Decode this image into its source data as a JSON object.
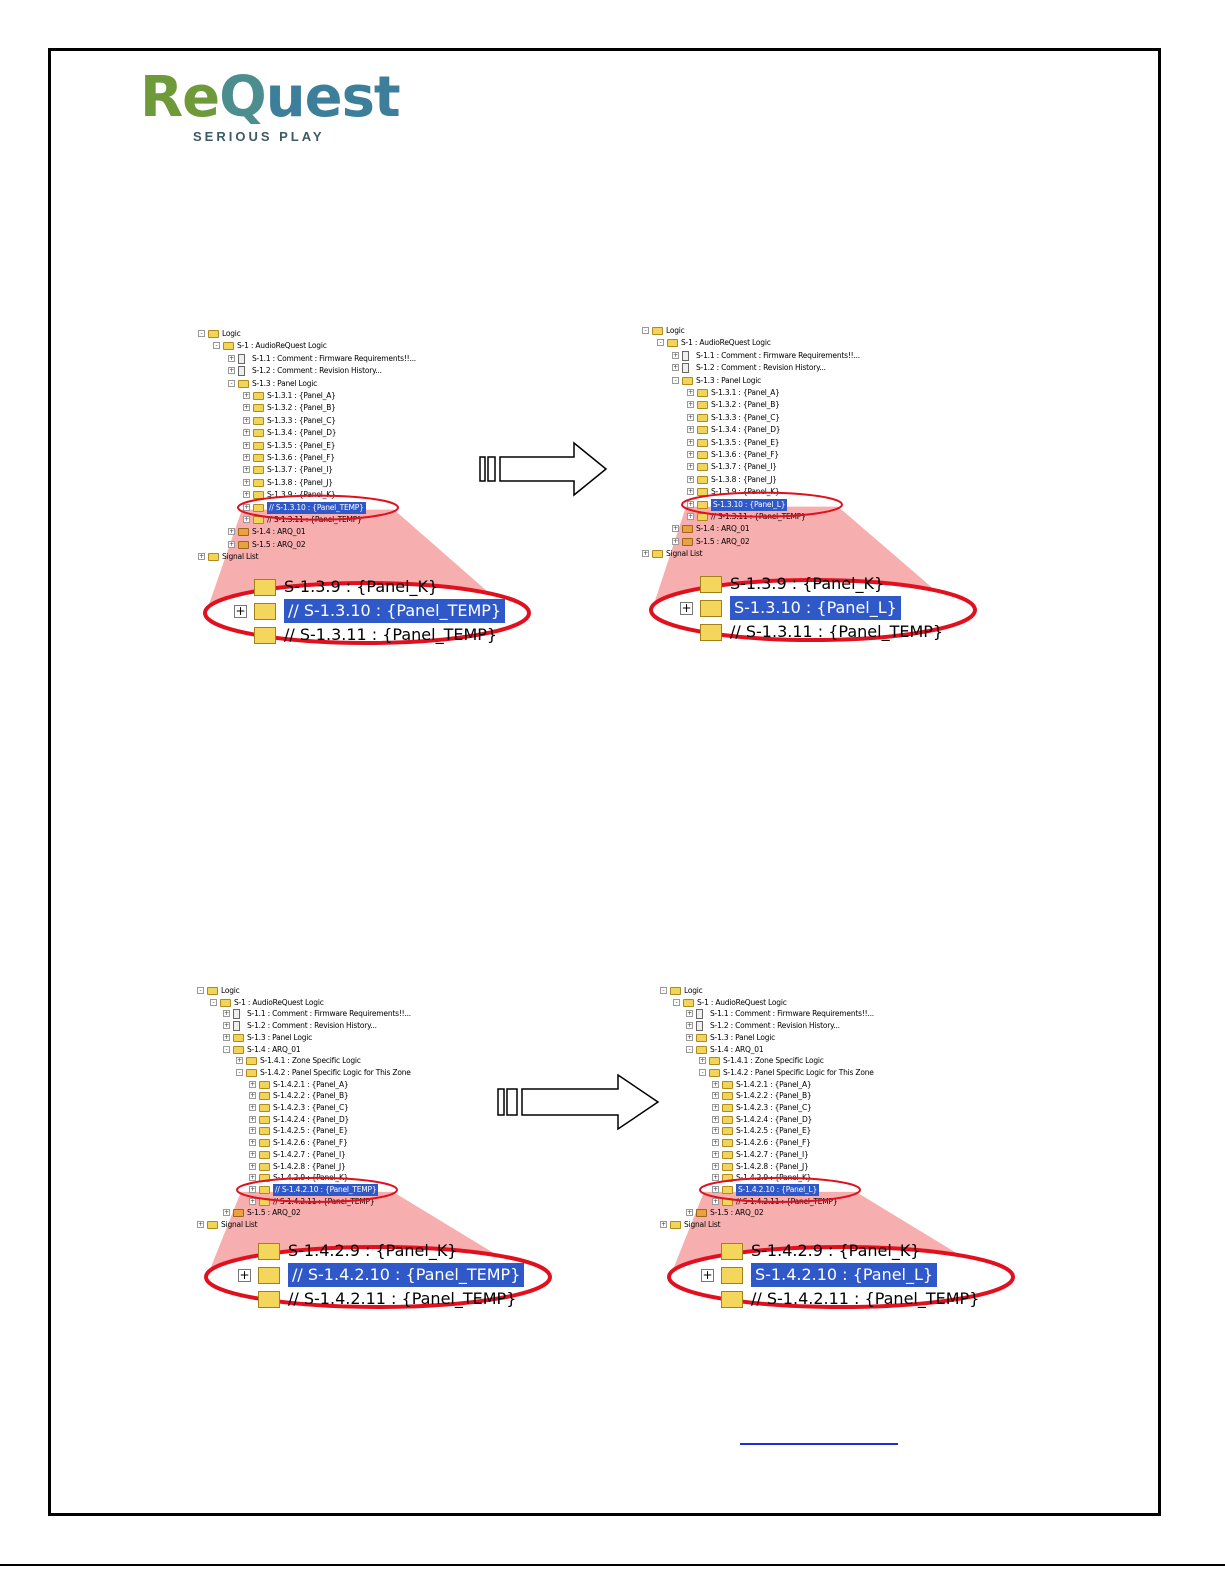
{
  "logo": {
    "word": [
      "Re",
      "Q",
      "uest"
    ],
    "tagline": "SERIOUS PLAY",
    "colors": {
      "green": "#6e9a3a",
      "teal": "#4c8e90",
      "blue": "#3d7f9a"
    }
  },
  "colors": {
    "selection": "#2f58c8",
    "highlight_ring": "#e0101f",
    "cone_fill": "#f4a0a0"
  },
  "panels": [
    {
      "name": "panel-1-before",
      "tree": [
        {
          "label": "Logic",
          "level": 0,
          "toggle": "-",
          "icon": "folder-open"
        },
        {
          "label": "S-1 : AudioReQuest Logic",
          "level": 1,
          "toggle": "-",
          "icon": "folder-open"
        },
        {
          "label": "S-1.1 : Comment : Firmware Requirements!!...",
          "level": 2,
          "toggle": "+",
          "icon": "doc"
        },
        {
          "label": "S-1.2 : Comment : Revision History...",
          "level": 2,
          "toggle": "+",
          "icon": "doc"
        },
        {
          "label": "S-1.3 : Panel Logic",
          "level": 2,
          "toggle": "-",
          "icon": "folder-open"
        },
        {
          "label": "S-1.3.1 : {Panel_A}",
          "level": 3,
          "toggle": "+",
          "icon": "folder"
        },
        {
          "label": "S-1.3.2 : {Panel_B}",
          "level": 3,
          "toggle": "+",
          "icon": "folder"
        },
        {
          "label": "S-1.3.3 : {Panel_C}",
          "level": 3,
          "toggle": "+",
          "icon": "folder"
        },
        {
          "label": "S-1.3.4 : {Panel_D}",
          "level": 3,
          "toggle": "+",
          "icon": "folder"
        },
        {
          "label": "S-1.3.5 : {Panel_E}",
          "level": 3,
          "toggle": "+",
          "icon": "folder"
        },
        {
          "label": "S-1.3.6 : {Panel_F}",
          "level": 3,
          "toggle": "+",
          "icon": "folder"
        },
        {
          "label": "S-1.3.7 : {Panel_I}",
          "level": 3,
          "toggle": "+",
          "icon": "folder"
        },
        {
          "label": "S-1.3.8 : {Panel_J}",
          "level": 3,
          "toggle": "+",
          "icon": "folder"
        },
        {
          "label": "S-1.3.9 : {Panel_K}",
          "level": 3,
          "toggle": "+",
          "icon": "folder"
        },
        {
          "label": "// S-1.3.10 : {Panel_TEMP}",
          "level": 3,
          "toggle": "+",
          "icon": "folder",
          "selected": true
        },
        {
          "label": "// S-1.3.11 : {Panel_TEMP}",
          "level": 3,
          "toggle": "+",
          "icon": "folder"
        },
        {
          "label": "S-1.4 : ARQ_01",
          "level": 2,
          "toggle": "+",
          "icon": "folder-red"
        },
        {
          "label": "S-1.5 : ARQ_02",
          "level": 2,
          "toggle": "+",
          "icon": "folder-red"
        },
        {
          "label": "Signal List",
          "level": 0,
          "toggle": "+",
          "icon": "folder"
        }
      ],
      "zoom": [
        "S-1.3.9 : {Panel_K}",
        "// S-1.3.10 : {Panel_TEMP}",
        "// S-1.3.11 : {Panel_TEMP}"
      ]
    },
    {
      "name": "panel-1-after",
      "tree": [
        {
          "label": "Logic",
          "level": 0,
          "toggle": "-",
          "icon": "folder-open"
        },
        {
          "label": "S-1 : AudioReQuest Logic",
          "level": 1,
          "toggle": "-",
          "icon": "folder-open"
        },
        {
          "label": "S-1.1 : Comment : Firmware Requirements!!...",
          "level": 2,
          "toggle": "+",
          "icon": "doc"
        },
        {
          "label": "S-1.2 : Comment : Revision History...",
          "level": 2,
          "toggle": "+",
          "icon": "doc"
        },
        {
          "label": "S-1.3 : Panel Logic",
          "level": 2,
          "toggle": "-",
          "icon": "folder-open"
        },
        {
          "label": "S-1.3.1 : {Panel_A}",
          "level": 3,
          "toggle": "+",
          "icon": "folder"
        },
        {
          "label": "S-1.3.2 : {Panel_B}",
          "level": 3,
          "toggle": "+",
          "icon": "folder"
        },
        {
          "label": "S-1.3.3 : {Panel_C}",
          "level": 3,
          "toggle": "+",
          "icon": "folder"
        },
        {
          "label": "S-1.3.4 : {Panel_D}",
          "level": 3,
          "toggle": "+",
          "icon": "folder"
        },
        {
          "label": "S-1.3.5 : {Panel_E}",
          "level": 3,
          "toggle": "+",
          "icon": "folder"
        },
        {
          "label": "S-1.3.6 : {Panel_F}",
          "level": 3,
          "toggle": "+",
          "icon": "folder"
        },
        {
          "label": "S-1.3.7 : {Panel_I}",
          "level": 3,
          "toggle": "+",
          "icon": "folder"
        },
        {
          "label": "S-1.3.8 : {Panel_J}",
          "level": 3,
          "toggle": "+",
          "icon": "folder"
        },
        {
          "label": "S-1.3.9 : {Panel_K}",
          "level": 3,
          "toggle": "+",
          "icon": "folder"
        },
        {
          "label": "S-1.3.10 : {Panel_L}",
          "level": 3,
          "toggle": "+",
          "icon": "folder",
          "selected": true
        },
        {
          "label": "// S-1.3.11 : {Panel_TEMP}",
          "level": 3,
          "toggle": "+",
          "icon": "folder"
        },
        {
          "label": "S-1.4 : ARQ_01",
          "level": 2,
          "toggle": "+",
          "icon": "folder-red"
        },
        {
          "label": "S-1.5 : ARQ_02",
          "level": 2,
          "toggle": "+",
          "icon": "folder-red"
        },
        {
          "label": "Signal List",
          "level": 0,
          "toggle": "+",
          "icon": "folder"
        }
      ],
      "zoom": [
        "S-1.3.9 : {Panel_K}",
        "S-1.3.10 : {Panel_L}",
        "// S-1.3.11 : {Panel_TEMP}"
      ]
    },
    {
      "name": "panel-2-before",
      "tree": [
        {
          "label": "Logic",
          "level": 0,
          "toggle": "-",
          "icon": "folder-open"
        },
        {
          "label": "S-1 : AudioReQuest Logic",
          "level": 1,
          "toggle": "-",
          "icon": "folder-open"
        },
        {
          "label": "S-1.1 : Comment : Firmware Requirements!!...",
          "level": 2,
          "toggle": "+",
          "icon": "doc"
        },
        {
          "label": "S-1.2 : Comment : Revision History...",
          "level": 2,
          "toggle": "+",
          "icon": "doc"
        },
        {
          "label": "S-1.3 : Panel Logic",
          "level": 2,
          "toggle": "+",
          "icon": "folder"
        },
        {
          "label": "S-1.4 : ARQ_01",
          "level": 2,
          "toggle": "-",
          "icon": "folder-open"
        },
        {
          "label": "S-1.4.1 : Zone Specific Logic",
          "level": 3,
          "toggle": "+",
          "icon": "folder"
        },
        {
          "label": "S-1.4.2 : Panel Specific Logic for This Zone",
          "level": 3,
          "toggle": "-",
          "icon": "folder-open"
        },
        {
          "label": "S-1.4.2.1 : {Panel_A}",
          "level": 4,
          "toggle": "+",
          "icon": "folder"
        },
        {
          "label": "S-1.4.2.2 : {Panel_B}",
          "level": 4,
          "toggle": "+",
          "icon": "folder"
        },
        {
          "label": "S-1.4.2.3 : {Panel_C}",
          "level": 4,
          "toggle": "+",
          "icon": "folder"
        },
        {
          "label": "S-1.4.2.4 : {Panel_D}",
          "level": 4,
          "toggle": "+",
          "icon": "folder"
        },
        {
          "label": "S-1.4.2.5 : {Panel_E}",
          "level": 4,
          "toggle": "+",
          "icon": "folder"
        },
        {
          "label": "S-1.4.2.6 : {Panel_F}",
          "level": 4,
          "toggle": "+",
          "icon": "folder"
        },
        {
          "label": "S-1.4.2.7 : {Panel_I}",
          "level": 4,
          "toggle": "+",
          "icon": "folder"
        },
        {
          "label": "S-1.4.2.8 : {Panel_J}",
          "level": 4,
          "toggle": "+",
          "icon": "folder"
        },
        {
          "label": "S-1.4.2.9 : {Panel_K}",
          "level": 4,
          "toggle": "+",
          "icon": "folder"
        },
        {
          "label": "// S-1.4.2.10 : {Panel_TEMP}",
          "level": 4,
          "toggle": "+",
          "icon": "folder",
          "selected": true
        },
        {
          "label": "// S-1.4.2.11 : {Panel_TEMP}",
          "level": 4,
          "toggle": "+",
          "icon": "folder"
        },
        {
          "label": "S-1.5 : ARQ_02",
          "level": 2,
          "toggle": "+",
          "icon": "folder-red"
        },
        {
          "label": "Signal List",
          "level": 0,
          "toggle": "+",
          "icon": "folder"
        }
      ],
      "zoom": [
        "S-1.4.2.9 : {Panel_K}",
        "// S-1.4.2.10 : {Panel_TEMP}",
        "// S-1.4.2.11 : {Panel_TEMP}"
      ]
    },
    {
      "name": "panel-2-after",
      "tree": [
        {
          "label": "Logic",
          "level": 0,
          "toggle": "-",
          "icon": "folder-open"
        },
        {
          "label": "S-1 : AudioReQuest Logic",
          "level": 1,
          "toggle": "-",
          "icon": "folder-open"
        },
        {
          "label": "S-1.1 : Comment : Firmware Requirements!!...",
          "level": 2,
          "toggle": "+",
          "icon": "doc"
        },
        {
          "label": "S-1.2 : Comment : Revision History...",
          "level": 2,
          "toggle": "+",
          "icon": "doc"
        },
        {
          "label": "S-1.3 : Panel Logic",
          "level": 2,
          "toggle": "+",
          "icon": "folder"
        },
        {
          "label": "S-1.4 : ARQ_01",
          "level": 2,
          "toggle": "-",
          "icon": "folder-open"
        },
        {
          "label": "S-1.4.1 : Zone Specific Logic",
          "level": 3,
          "toggle": "+",
          "icon": "folder"
        },
        {
          "label": "S-1.4.2 : Panel Specific Logic for This Zone",
          "level": 3,
          "toggle": "-",
          "icon": "folder-open"
        },
        {
          "label": "S-1.4.2.1 : {Panel_A}",
          "level": 4,
          "toggle": "+",
          "icon": "folder"
        },
        {
          "label": "S-1.4.2.2 : {Panel_B}",
          "level": 4,
          "toggle": "+",
          "icon": "folder"
        },
        {
          "label": "S-1.4.2.3 : {Panel_C}",
          "level": 4,
          "toggle": "+",
          "icon": "folder"
        },
        {
          "label": "S-1.4.2.4 : {Panel_D}",
          "level": 4,
          "toggle": "+",
          "icon": "folder"
        },
        {
          "label": "S-1.4.2.5 : {Panel_E}",
          "level": 4,
          "toggle": "+",
          "icon": "folder"
        },
        {
          "label": "S-1.4.2.6 : {Panel_F}",
          "level": 4,
          "toggle": "+",
          "icon": "folder"
        },
        {
          "label": "S-1.4.2.7 : {Panel_I}",
          "level": 4,
          "toggle": "+",
          "icon": "folder"
        },
        {
          "label": "S-1.4.2.8 : {Panel_J}",
          "level": 4,
          "toggle": "+",
          "icon": "folder"
        },
        {
          "label": "S-1.4.2.9 : {Panel_K}",
          "level": 4,
          "toggle": "+",
          "icon": "folder"
        },
        {
          "label": "S-1.4.2.10 : {Panel_L}",
          "level": 4,
          "toggle": "+",
          "icon": "folder",
          "selected": true
        },
        {
          "label": "// S-1.4.2.11 : {Panel_TEMP}",
          "level": 4,
          "toggle": "+",
          "icon": "folder"
        },
        {
          "label": "S-1.5 : ARQ_02",
          "level": 2,
          "toggle": "+",
          "icon": "folder-red"
        },
        {
          "label": "Signal List",
          "level": 0,
          "toggle": "+",
          "icon": "folder"
        }
      ],
      "zoom": [
        "S-1.4.2.9 : {Panel_K}",
        "S-1.4.2.10 : {Panel_L}",
        "// S-1.4.2.11 : {Panel_TEMP}"
      ]
    }
  ]
}
